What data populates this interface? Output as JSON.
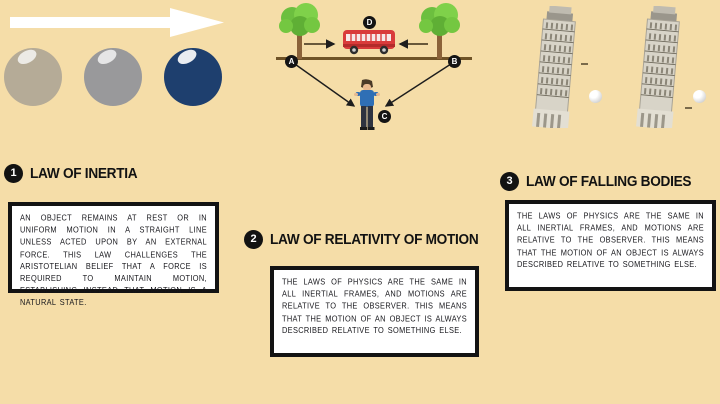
{
  "background_color": "#f5dda8",
  "illustrations": {
    "spheres_panel": {
      "name": "three spheres with motion arrow",
      "arrow_color": "#ffffff",
      "spheres": [
        {
          "label": "sphere-1",
          "color": "#b5ab97"
        },
        {
          "label": "sphere-2",
          "color": "#99999b"
        },
        {
          "label": "sphere-3",
          "color": "#1e3f6e"
        }
      ]
    },
    "bus_panel": {
      "name": "relativity of motion scene",
      "ground_color": "#6f5327",
      "bus_color": "#d93b3b",
      "person_shirt_color": "#2f6fb5",
      "markers": [
        {
          "id": "A",
          "meaning": "left tree observer"
        },
        {
          "id": "B",
          "meaning": "right tree observer"
        },
        {
          "id": "C",
          "meaning": "standing observer"
        },
        {
          "id": "D",
          "meaning": "moving bus"
        }
      ]
    },
    "pisa_panel": {
      "name": "leaning tower of pisa falling bodies",
      "towers": 2,
      "balls": 2,
      "ball_color": "#ffffff"
    }
  },
  "laws": [
    {
      "number": "1",
      "title": "LAW OF INERTIA",
      "body": "AN OBJECT REMAINS AT REST OR IN UNIFORM MOTION IN A STRAIGHT LINE UNLESS ACTED UPON BY AN EXTERNAL FORCE. THIS LAW CHALLENGES THE ARISTOTELIAN BELIEF THAT A FORCE IS REQUIRED TO MAINTAIN MOTION, ESTABLISHING INSTEAD THAT MOTION IS A NATURAL STATE."
    },
    {
      "number": "2",
      "title": "LAW OF RELATIVITY OF MOTION",
      "body": "THE LAWS OF PHYSICS ARE THE SAME IN ALL INERTIAL FRAMES, AND MOTIONS ARE RELATIVE TO THE OBSERVER. THIS MEANS THAT THE MOTION OF AN OBJECT IS ALWAYS DESCRIBED RELATIVE TO SOMETHING ELSE."
    },
    {
      "number": "3",
      "title": "LAW OF FALLING BODIES",
      "body": "THE LAWS OF PHYSICS ARE THE SAME IN ALL INERTIAL FRAMES, AND MOTIONS ARE RELATIVE TO THE OBSERVER. THIS MEANS THAT THE MOTION OF AN OBJECT IS ALWAYS DESCRIBED RELATIVE TO SOMETHING ELSE."
    }
  ],
  "diagram_labels": {
    "a": "A",
    "b": "B",
    "c": "C",
    "d": "D"
  }
}
